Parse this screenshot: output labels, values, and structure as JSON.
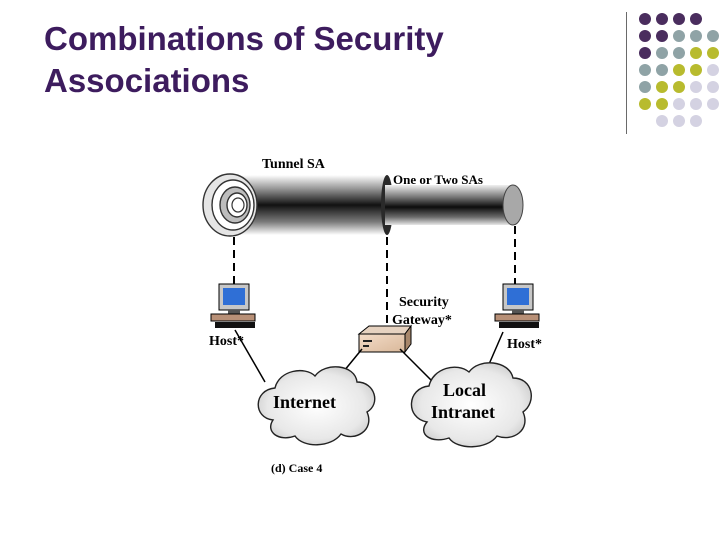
{
  "slide": {
    "title_line1": "Combinations of Security",
    "title_line2": "Associations"
  },
  "diagram": {
    "tunnel_label": "Tunnel SA",
    "inner_label": "One or Two SAs",
    "gateway_label_line1": "Security",
    "gateway_label_line2": "Gateway*",
    "left_host_label": "Host*",
    "right_host_label": "Host*",
    "internet_label": "Internet",
    "intranet_label_line1": "Local",
    "intranet_label_line2": "Intranet",
    "caption": "(d) Case 4"
  },
  "decoration": {
    "dot_colors": [
      "#4a2d5e",
      "#8fa3a6",
      "#b8bb2e",
      "#d4d2e2"
    ],
    "title_color": "#3d1c5e"
  }
}
